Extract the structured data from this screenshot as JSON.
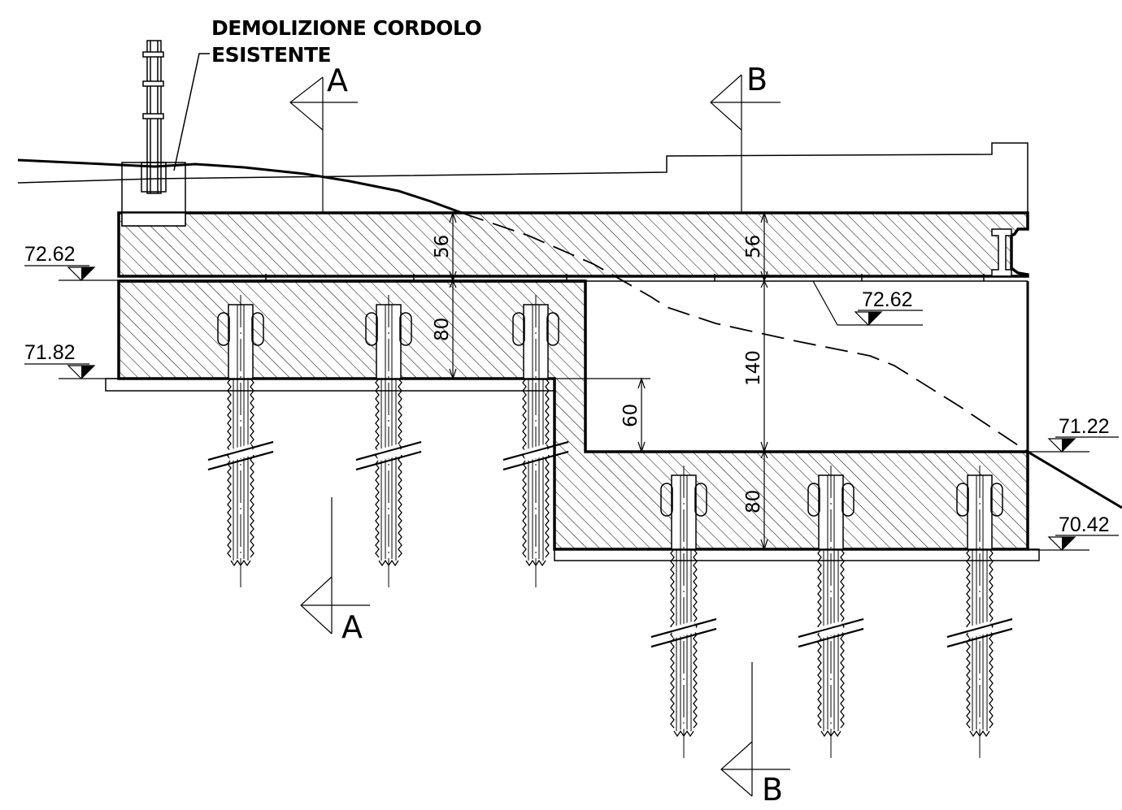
{
  "note": {
    "line1": "DEMOLIZIONE CORDOLO",
    "line2": "ESISTENTE"
  },
  "sections": [
    {
      "id": "A",
      "label": "A"
    },
    {
      "id": "B",
      "label": "B"
    }
  ],
  "elevations": [
    "72.62",
    "71.82",
    "72.62",
    "71.22",
    "70.42"
  ],
  "dimensions": [
    "56",
    "56",
    "80",
    "140",
    "60",
    "80"
  ],
  "colors": {
    "line": "#000000",
    "background": "#ffffff"
  }
}
